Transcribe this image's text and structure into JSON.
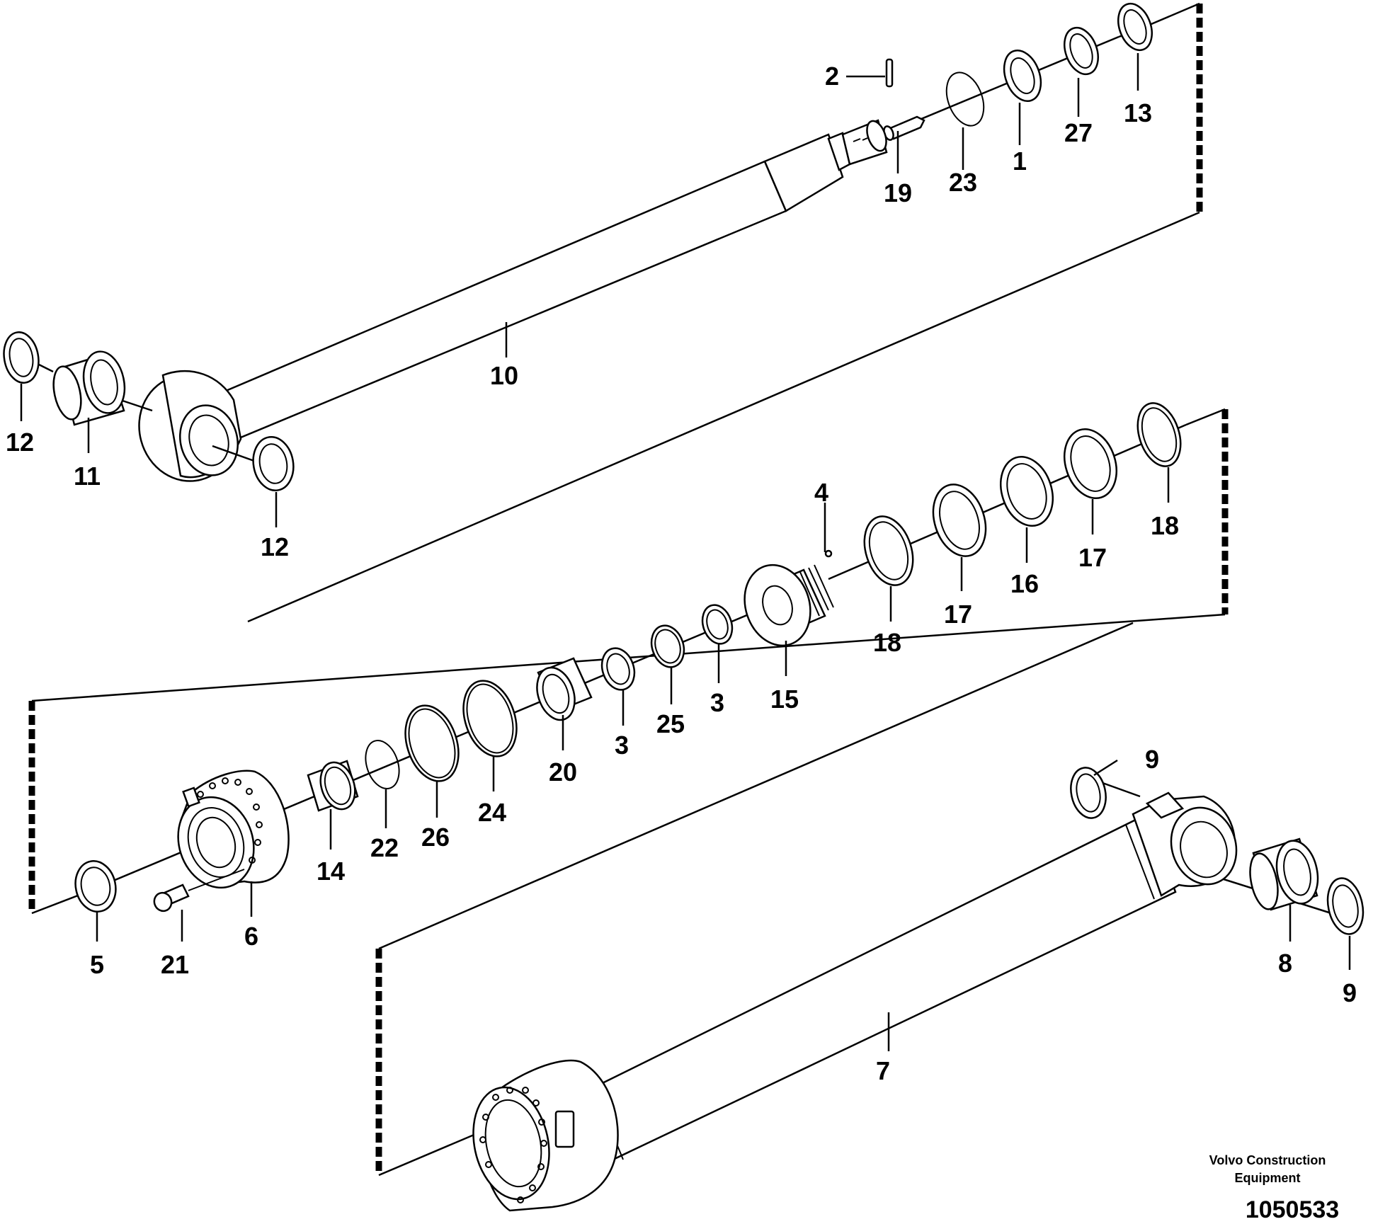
{
  "callouts": {
    "p1": "1",
    "p2": "2",
    "p3a": "3",
    "p3b": "3",
    "p4": "4",
    "p5": "5",
    "p6": "6",
    "p7": "7",
    "p8": "8",
    "p9a": "9",
    "p9b": "9",
    "p10": "10",
    "p11": "11",
    "p12a": "12",
    "p12b": "12",
    "p13": "13",
    "p14": "14",
    "p15": "15",
    "p16": "16",
    "p17a": "17",
    "p17b": "17",
    "p18a": "18",
    "p18b": "18",
    "p19": "19",
    "p20": "20",
    "p21": "21",
    "p22": "22",
    "p23": "23",
    "p24": "24",
    "p25": "25",
    "p26": "26",
    "p27": "27"
  },
  "footer": {
    "credit_line1": "Volvo Construction",
    "credit_line2": "Equipment",
    "document_number": "1050533"
  }
}
